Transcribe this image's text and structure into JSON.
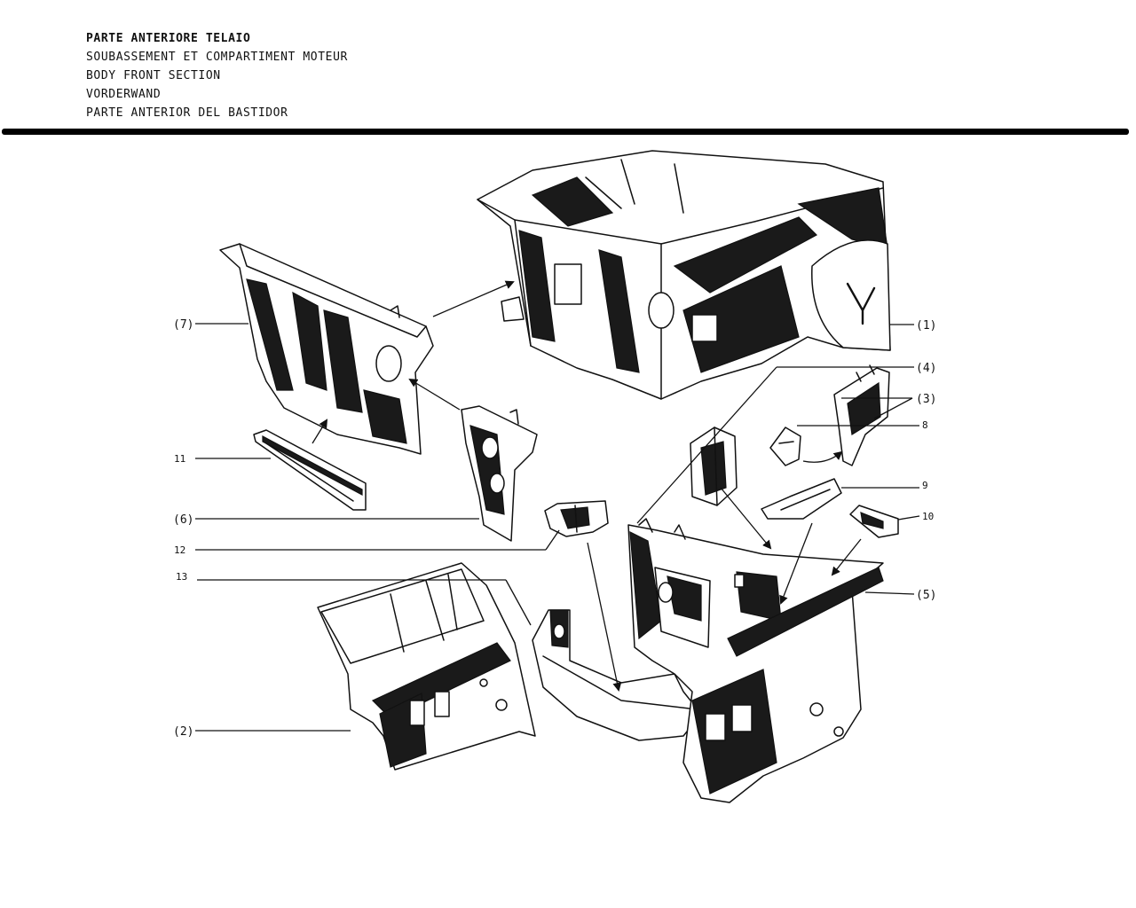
{
  "header": {
    "lines": [
      "PARTE ANTERIORE TELAIO",
      "SOUBASSEMENT ET COMPARTIMENT MOTEUR",
      "BODY FRONT SECTION",
      "VORDERWAND",
      "PARTE ANTERIOR DEL BASTIDOR"
    ]
  },
  "callouts": {
    "c1": "(1)",
    "c2": "(2)",
    "c3": "(3)",
    "c4": "(4)",
    "c5": "(5)",
    "c6": "(6)",
    "c7": "(7)",
    "c8": "8",
    "c9": "9",
    "c10": "10",
    "c11": "11",
    "c12": "12",
    "c13": "13"
  }
}
